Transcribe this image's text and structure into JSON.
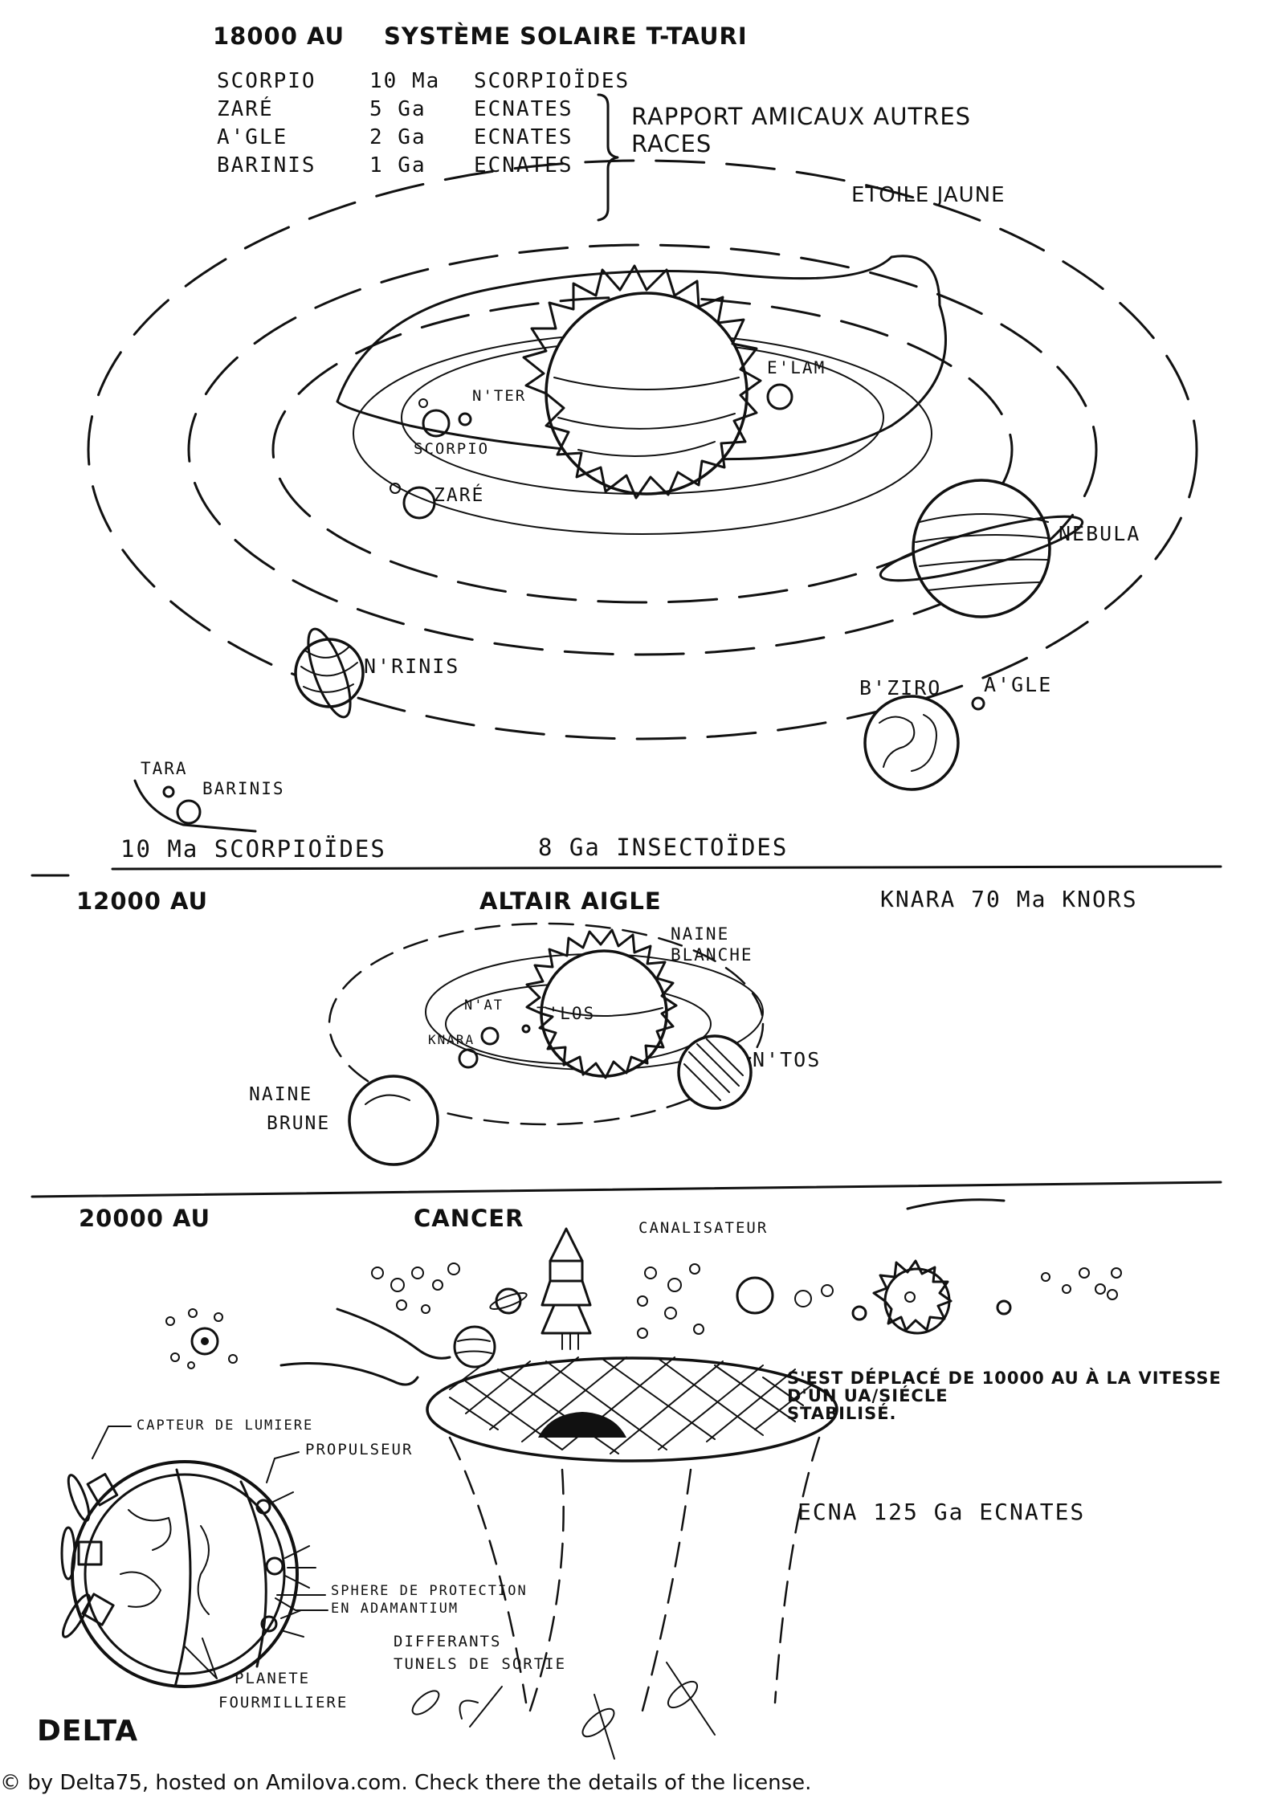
{
  "section1": {
    "distance": "18000 AU",
    "system": "SYSTÈME SOLAIRE T-TAURI",
    "inhabitants": [
      {
        "planet": "SCORPIO",
        "age": "10 Ma",
        "race": "SCORPIOÏDES"
      },
      {
        "planet": "ZARÉ",
        "age": "5 Ga",
        "race": "ECNATES"
      },
      {
        "planet": "A'GLE",
        "age": "2 Ga",
        "race": "ECNATES"
      },
      {
        "planet": "BARINIS",
        "age": "1 Ga",
        "race": "ECNATES"
      }
    ],
    "relations_line1": "RAPPORT AMICAUX AUTRES",
    "relations_line2": "RACES",
    "star": "ETOILE JAUNE",
    "planets": {
      "nter": "N'TER",
      "scorpio": "SCORPIO",
      "zare": "ZARÉ",
      "elam": "E'LAM",
      "nebula": "NEBULA",
      "nrinis": "N'RINIS",
      "bziro": "B'ZIRO",
      "agle": "A'GLE",
      "tara": "TARA",
      "barinis": "BARINIS"
    },
    "footer_left": "10 Ma  SCORPIOÏDES",
    "footer_right": "8 Ga  INSECTOÏDES"
  },
  "section2": {
    "distance": "12000 AU",
    "system": "ALTAIR AIGLE",
    "inhabitants": "KNARA  70 Ma  KNORS",
    "star_line1": "NAINE",
    "star_line2": "BLANCHE",
    "planets": {
      "nat": "N'AT",
      "tlos": "T'LOS",
      "knara": "KNARA",
      "ntos": "N'TOS"
    },
    "brown_line1": "NAINE",
    "brown_line2": "BRUNE"
  },
  "section3": {
    "distance": "20000 AU",
    "system": "CANCER",
    "canalisateur": "CANALISATEUR",
    "moved_line1": "S'EST DÉPLACÉ DE 10000 AU À LA VITESSE",
    "moved_line2": "D'UN UA/SIÉCLE",
    "moved_line3": "STABILISÉ.",
    "ecna": "ECNA 125 Ga  ECNATES",
    "capteur": "CAPTEUR DE LUMIERE",
    "propulseur": "PROPULSEUR",
    "sphere_line1": "SPHERE DE PROTECTION",
    "sphere_line2": "EN ADAMANTIUM",
    "tunnels_line1": "DIFFERANTS",
    "tunnels_line2": "TUNELS DE SORTIE",
    "planete_line1": "PLANETE",
    "planete_line2": "FOURMILLIERE"
  },
  "signature": "DELTA",
  "credit": "© by Delta75, hosted on Amilova.com. Check there the details of the license."
}
